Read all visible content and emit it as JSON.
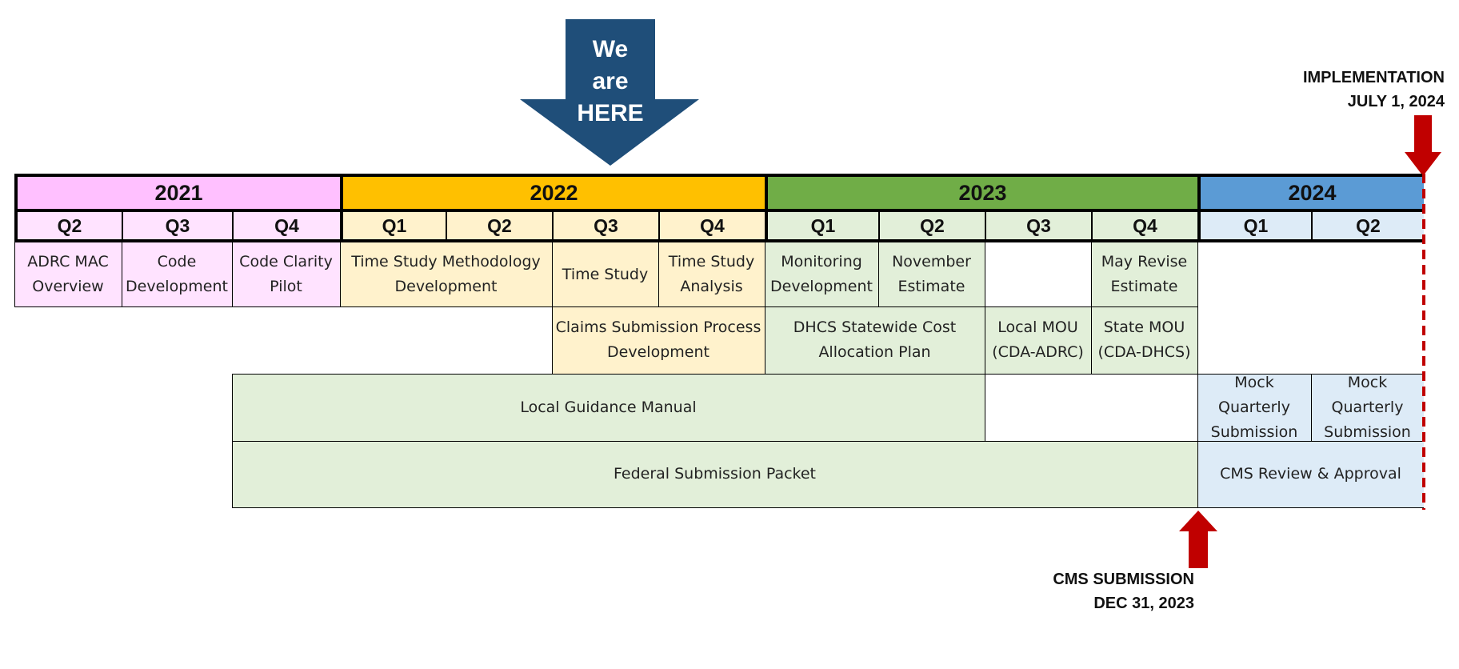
{
  "colors": {
    "y2021": "#FFC0FF",
    "q2021": "#FFE3FF",
    "y2022": "#FFC000",
    "q2022": "#FFF2CC",
    "y2023": "#70AD47",
    "q2023": "#E2EFD9",
    "y2024": "#5B9BD5",
    "q2024": "#DDEBF7",
    "marker_red": "#C00000",
    "here_arrow": "#1F4E79"
  },
  "here_marker": {
    "text": "We\nare\nHERE"
  },
  "implementation": {
    "text": "IMPLEMENTATION\nJULY 1, 2024"
  },
  "cms_submission": {
    "text": "CMS SUBMISSION\nDEC 31, 2023"
  },
  "years": [
    {
      "label": "2021"
    },
    {
      "label": "2022"
    },
    {
      "label": "2023"
    },
    {
      "label": "2024"
    }
  ],
  "quarters": [
    {
      "label": "Q2"
    },
    {
      "label": "Q3"
    },
    {
      "label": "Q4"
    },
    {
      "label": "Q1"
    },
    {
      "label": "Q2"
    },
    {
      "label": "Q3"
    },
    {
      "label": "Q4"
    },
    {
      "label": "Q1"
    },
    {
      "label": "Q2"
    },
    {
      "label": "Q3"
    },
    {
      "label": "Q4"
    },
    {
      "label": "Q1"
    },
    {
      "label": "Q2"
    }
  ],
  "tasks": [
    {
      "label": "ADRC MAC\nOverview"
    },
    {
      "label": "Code\nDevelopment"
    },
    {
      "label": "Code Clarity\nPilot"
    },
    {
      "label": "Time Study Methodology\nDevelopment"
    },
    {
      "label": "Time Study"
    },
    {
      "label": "Time Study\nAnalysis"
    },
    {
      "label": "Monitoring\nDevelopment"
    },
    {
      "label": "November\nEstimate"
    },
    {
      "label": "May Revise\nEstimate"
    },
    {
      "label": "Claims Submission Process\nDevelopment"
    },
    {
      "label": "DHCS Statewide Cost\nAllocation Plan"
    },
    {
      "label": "Local MOU\n(CDA-ADRC)"
    },
    {
      "label": "State MOU\n(CDA-DHCS)"
    },
    {
      "label": "Local Guidance Manual"
    },
    {
      "label": "Mock\nQuarterly\nSubmission"
    },
    {
      "label": "Mock\nQuarterly\nSubmission"
    },
    {
      "label": "Federal Submission Packet"
    },
    {
      "label": "CMS Review & Approval"
    }
  ]
}
